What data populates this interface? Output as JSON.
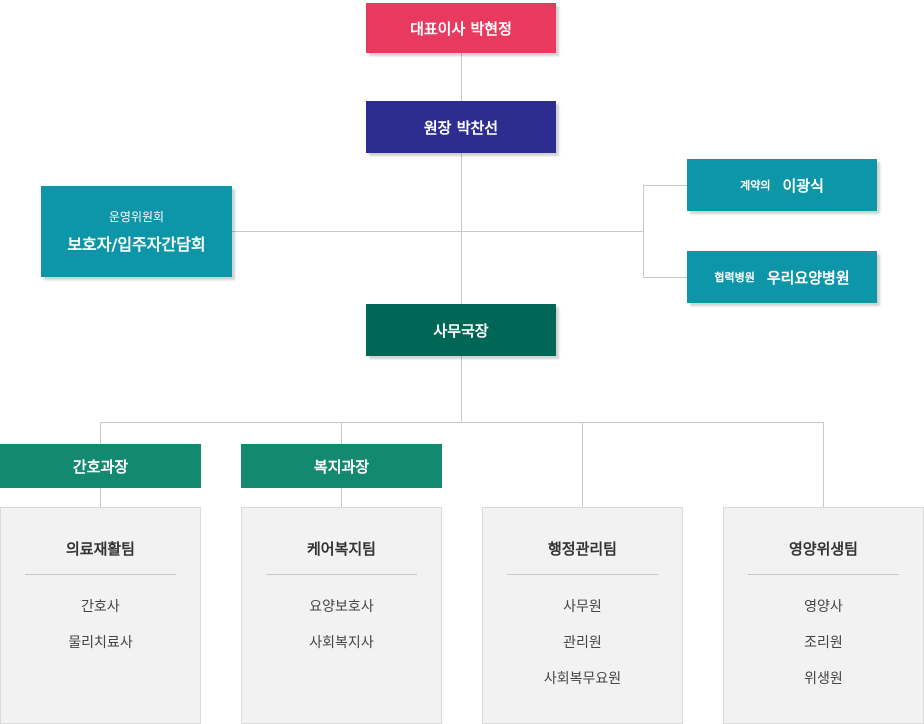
{
  "ceo": {
    "label": "대표이사 박현정"
  },
  "director": {
    "label": "원장 박찬선"
  },
  "committee": {
    "sub": "운영위원회",
    "main": "보호자/입주자간담회"
  },
  "doctor": {
    "role": "계약의",
    "name": "이광식"
  },
  "hospital": {
    "role": "협력병원",
    "name": "우리요양병원"
  },
  "secretary": {
    "label": "사무국장"
  },
  "departments": [
    {
      "label": "간호과장"
    },
    {
      "label": "복지과장"
    }
  ],
  "teams": [
    {
      "name": "의료재활팀",
      "members": [
        "간호사",
        "물리치료사"
      ]
    },
    {
      "name": "케어복지팀",
      "members": [
        "요양보호사",
        "사회복지사"
      ]
    },
    {
      "name": "행정관리팀",
      "members": [
        "사무원",
        "관리원",
        "사회복무요원"
      ]
    },
    {
      "name": "영양위생팀",
      "members": [
        "영양사",
        "조리원",
        "위생원"
      ]
    }
  ]
}
